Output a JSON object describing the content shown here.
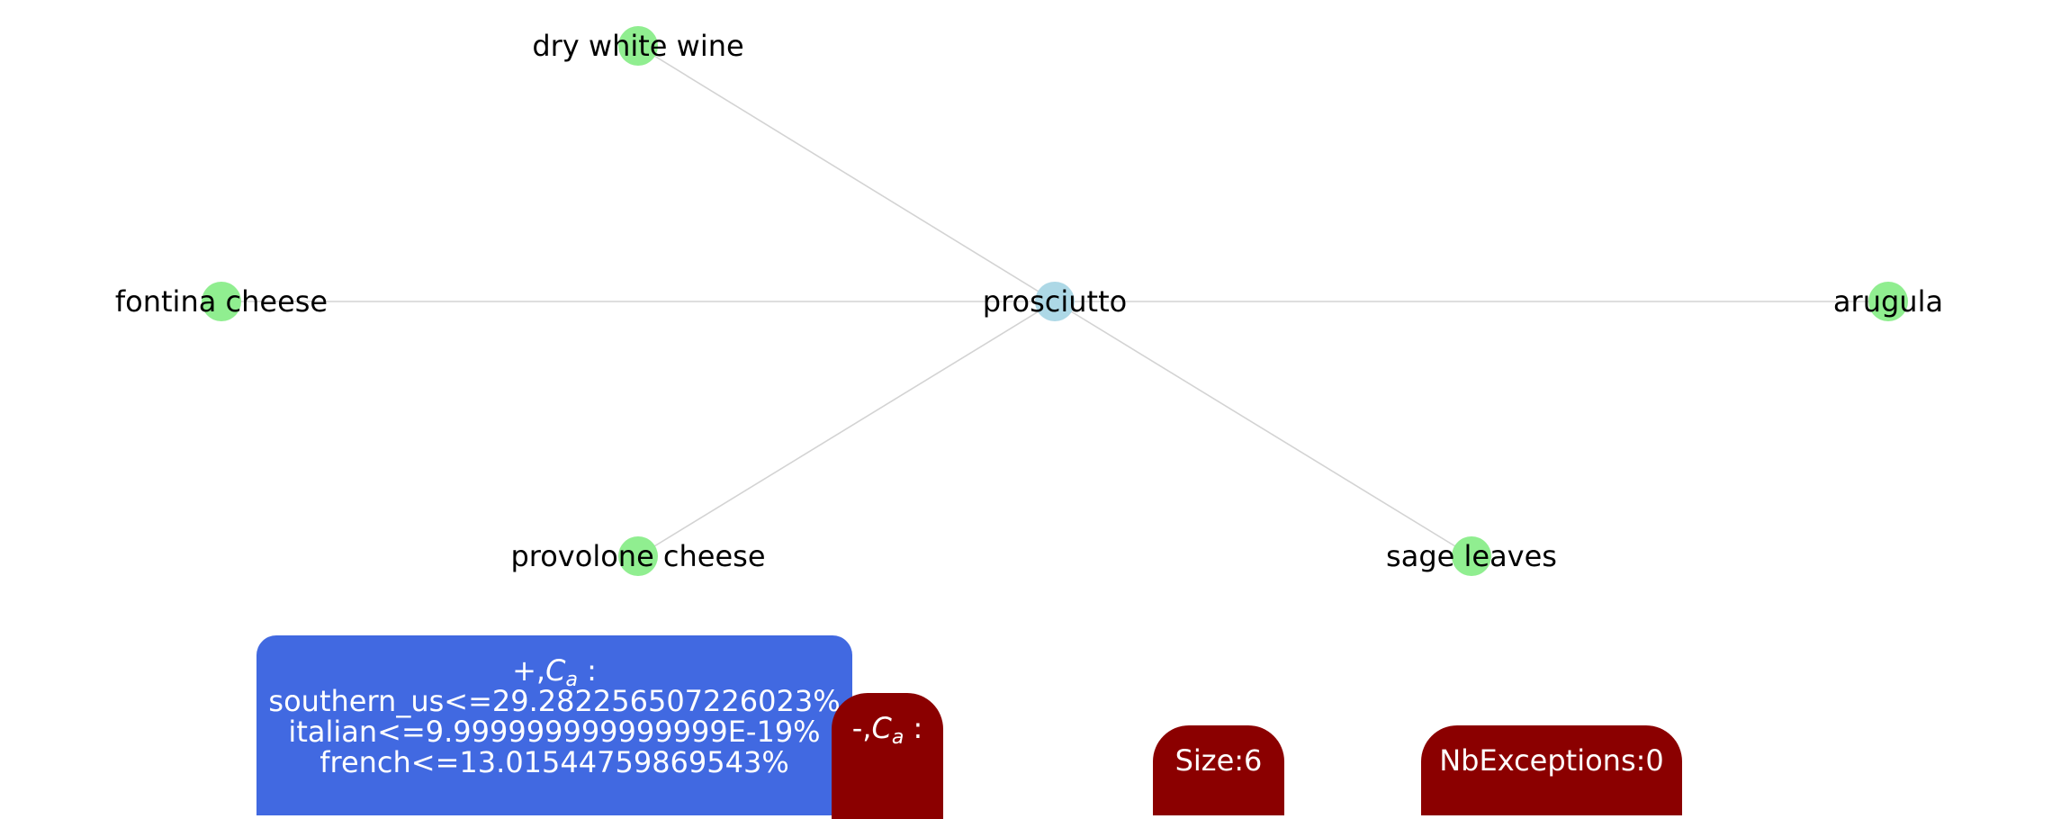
{
  "colors": {
    "center_node": "#add8e6",
    "leaf_node": "#90ee90",
    "edge": "#d3d3d3",
    "positive_box": "#4169e1",
    "negative_box": "#8b0000"
  },
  "graph": {
    "center": {
      "label": "prosciutto"
    },
    "leaves": [
      {
        "label": "dry white wine"
      },
      {
        "label": "fontina cheese"
      },
      {
        "label": "arugula"
      },
      {
        "label": "provolone cheese"
      },
      {
        "label": "sage leaves"
      }
    ]
  },
  "boxes": {
    "positive": {
      "prefix": "+,",
      "symbol": "C",
      "subscript": "a",
      "suffix": " :",
      "lines": [
        "southern_us<=29.282256507226023%",
        "italian<=9.999999999999999E-19%",
        "french<=13.01544759869543%"
      ]
    },
    "negative": {
      "prefix": "-,",
      "symbol": "C",
      "subscript": "a",
      "suffix": " :"
    },
    "size": "Size:6",
    "exceptions": "NbExceptions:0"
  }
}
